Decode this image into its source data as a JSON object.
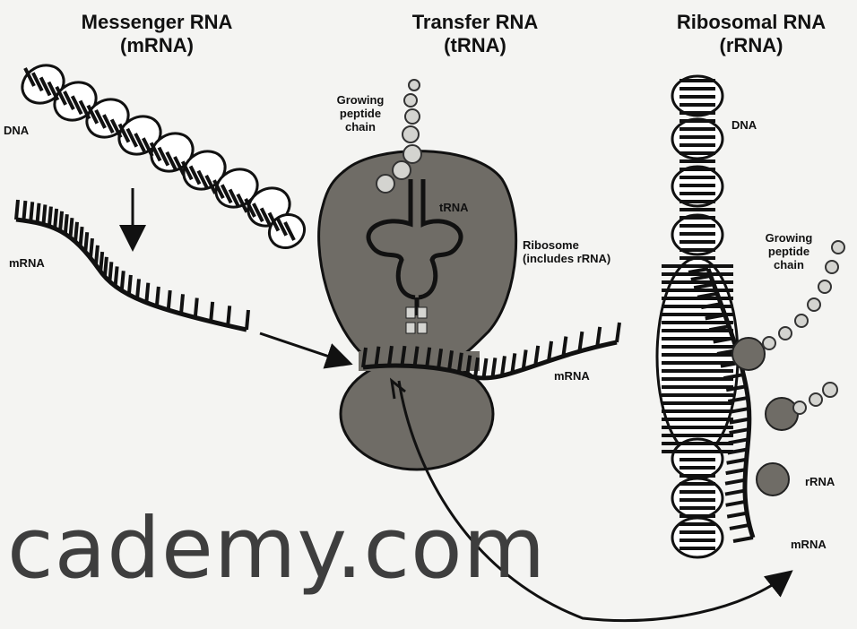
{
  "panels": {
    "mrna": {
      "title_line1": "Messenger RNA",
      "title_line2": "(mRNA)",
      "dna": "DNA",
      "mrna": "mRNA"
    },
    "trna": {
      "title_line1": "Transfer RNA",
      "title_line2": "(tRNA)",
      "growing1": "Growing",
      "growing2": "peptide",
      "growing3": "chain",
      "trna": "tRNA",
      "ribosome1": "Ribosome",
      "ribosome2": "(includes rRNA)",
      "mrna": "mRNA"
    },
    "rrna": {
      "title_line1": "Ribosomal RNA",
      "title_line2": "(rRNA)",
      "dna": "DNA",
      "growing1": "Growing",
      "growing2": "peptide",
      "growing3": "chain",
      "rrna": "rRNA",
      "mrna": "mRNA"
    }
  },
  "watermark": "cademy.com"
}
